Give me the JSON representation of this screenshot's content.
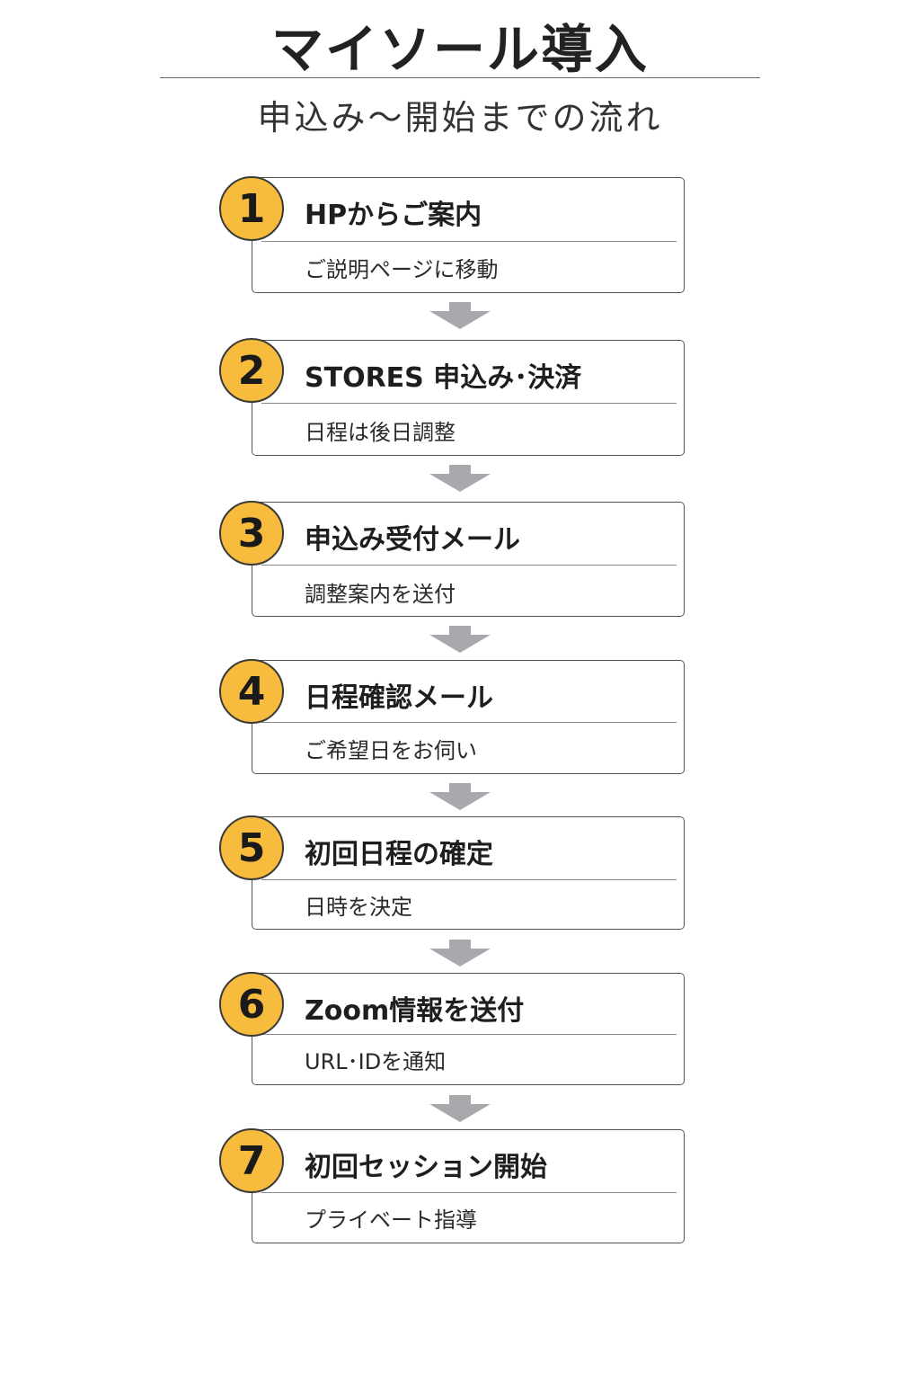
{
  "header": {
    "title": "マイソール導入",
    "subtitle": "申込み～開始までの流れ"
  },
  "colors": {
    "badge": "#f7bb3e",
    "arrow": "#a8a8ad",
    "border": "#555555"
  },
  "steps": [
    {
      "number": "1",
      "title": "HPからご案内",
      "desc": "ご説明ページに移動"
    },
    {
      "number": "2",
      "title": "STORES 申込み･決済",
      "desc": "日程は後日調整"
    },
    {
      "number": "3",
      "title": "申込み受付メール",
      "desc": "調整案内を送付"
    },
    {
      "number": "4",
      "title": "日程確認メール",
      "desc": "ご希望日をお伺い"
    },
    {
      "number": "5",
      "title": "初回日程の確定",
      "desc": "日時を決定"
    },
    {
      "number": "6",
      "title": "Zoom情報を送付",
      "desc": "URL･IDを通知"
    },
    {
      "number": "7",
      "title": "初回セッション開始",
      "desc": "プライベート指導"
    }
  ]
}
